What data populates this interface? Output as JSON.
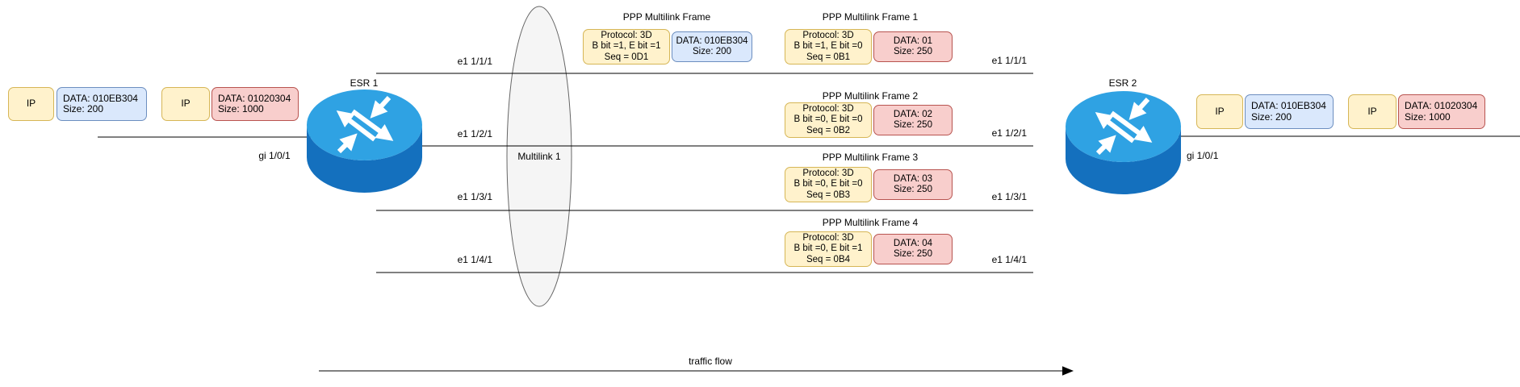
{
  "colors": {
    "yellow-fill": "#FFF2CC",
    "yellow-stroke": "#D6B656",
    "blue-fill": "#DAE8FC",
    "blue-stroke": "#6C8EBF",
    "red-fill": "#F8CECC",
    "red-stroke": "#B85450",
    "ellipse-fill": "#F5F5F5",
    "ellipse-stroke": "#666666",
    "router-top": "#2FA2E3",
    "router-side": "#1470BE"
  },
  "left": {
    "router_label": "ESR 1",
    "port_label": "gi 1/0/1",
    "ip1": "IP",
    "data1": [
      "DATA: 010EB304",
      "Size: 200"
    ],
    "ip2": "IP",
    "data2": [
      "DATA: 01020304",
      "Size: 1000"
    ]
  },
  "right": {
    "router_label": "ESR 2",
    "port_label": "gi 1/0/1",
    "ip1": "IP",
    "data1": [
      "DATA: 010EB304",
      "Size: 200"
    ],
    "ip2": "IP",
    "data2": [
      "DATA: 01020304",
      "Size: 1000"
    ]
  },
  "multilink_label": "Multilink 1",
  "links": [
    {
      "left_label": "e1 1/1/1",
      "right_label": "e1 1/1/1"
    },
    {
      "left_label": "e1 1/2/1",
      "right_label": "e1 1/2/1"
    },
    {
      "left_label": "e1 1/3/1",
      "right_label": "e1 1/3/1"
    },
    {
      "left_label": "e1 1/4/1",
      "right_label": "e1 1/4/1"
    }
  ],
  "frames": {
    "original": {
      "title": "PPP Multilink Frame",
      "header": [
        "Protocol: 3D",
        "B bit =1, E bit =1",
        "Seq = 0D1"
      ],
      "payload": [
        "DATA: 010EB304",
        "Size: 200"
      ]
    },
    "fragments": [
      {
        "title": "PPP Multilink Frame 1",
        "header": [
          "Protocol: 3D",
          "B bit =1, E bit =0",
          "Seq = 0B1"
        ],
        "payload": [
          "DATA: 01",
          "Size: 250"
        ]
      },
      {
        "title": "PPP Multilink Frame 2",
        "header": [
          "Protocol: 3D",
          "B bit =0, E bit =0",
          "Seq = 0B2"
        ],
        "payload": [
          "DATA: 02",
          "Size: 250"
        ]
      },
      {
        "title": "PPP Multilink Frame 3",
        "header": [
          "Protocol: 3D",
          "B bit =0, E bit =0",
          "Seq = 0B3"
        ],
        "payload": [
          "DATA: 03",
          "Size: 250"
        ]
      },
      {
        "title": "PPP Multilink Frame 4",
        "header": [
          "Protocol: 3D",
          "B bit =0, E bit =1",
          "Seq = 0B4"
        ],
        "payload": [
          "DATA: 04",
          "Size: 250"
        ]
      }
    ]
  },
  "traffic_flow_label": "traffic flow"
}
